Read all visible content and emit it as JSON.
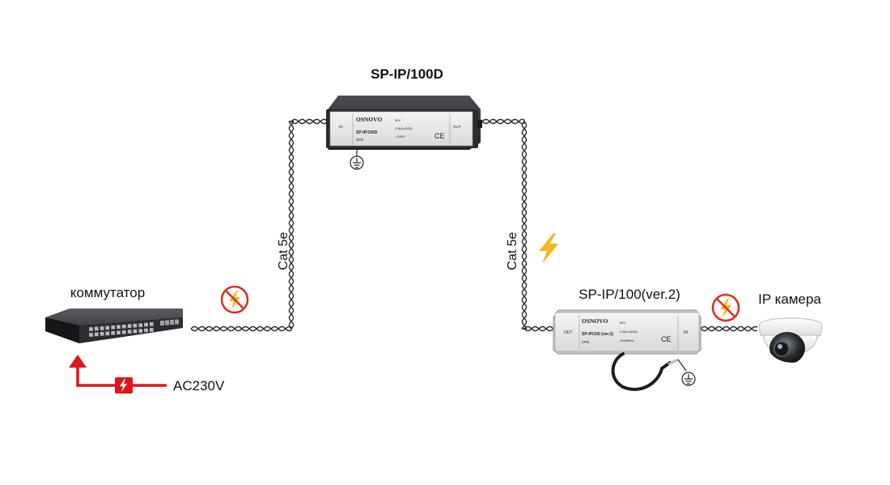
{
  "devices": {
    "spd_top": {
      "title": "SP-IP/100D",
      "brand": "OSNOVO",
      "model": "SP-IP/100D",
      "type": "SPD",
      "port_in": "IN",
      "port_out": "OUT",
      "spec1": "60V",
      "spec2": "2.5kA (8/20)",
      "spec3": "< 150V",
      "ce": "CE"
    },
    "spd_right": {
      "title": "SP-IP/100(ver.2)",
      "brand": "OSNOVO",
      "model": "SP-IP/100 (ver.2)",
      "type": "SPD",
      "port_in": "IN",
      "port_out": "OUT",
      "spec1": "60V",
      "spec2": "2.5kA (8/20)",
      "spec3": "100Mbit/s",
      "ce": "CE"
    },
    "switch": {
      "title": "коммутатор"
    },
    "camera": {
      "title": "IP камера"
    }
  },
  "cables": {
    "left": "Cat 5e",
    "right": "Cat 5e"
  },
  "power": {
    "label": "AC230V"
  },
  "icons": {
    "ground": "ground-symbol-icon",
    "no_surge": "no-surge-icon",
    "surge": "lightning-icon",
    "power_fuse": "power-surge-icon"
  },
  "colors": {
    "power_line": "#e0141e",
    "lightning": "#f5b820",
    "prohibition": "#d9301e",
    "cable": "#2a2a2a"
  }
}
